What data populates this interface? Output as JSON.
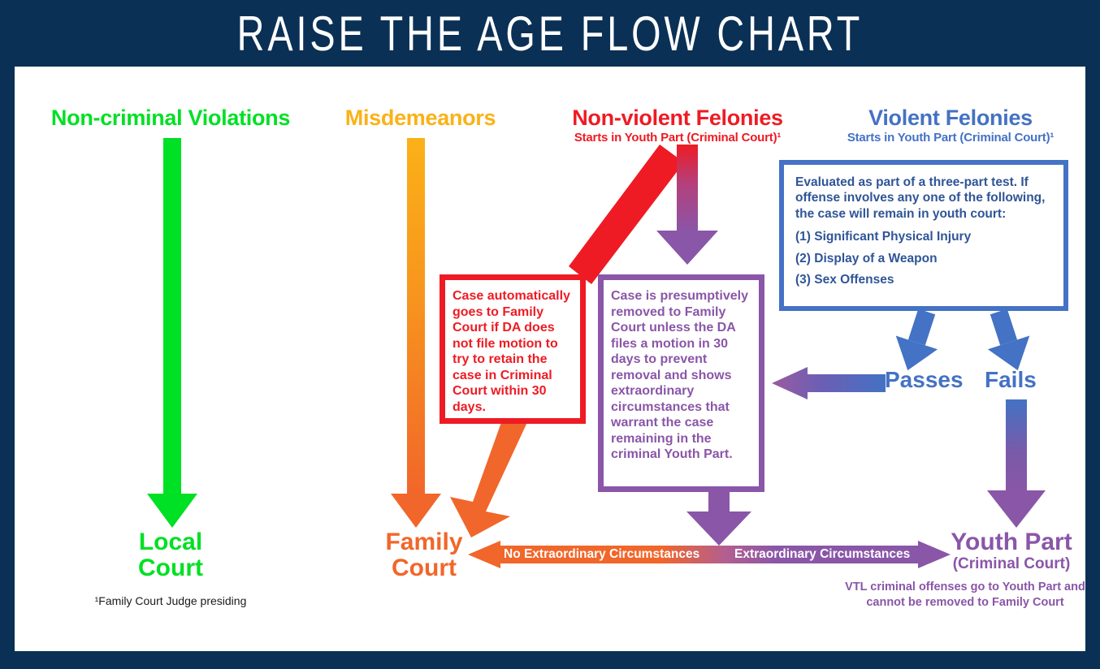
{
  "title": "RAISE THE AGE FLOW CHART",
  "colors": {
    "banner_navy": "#0a3055",
    "green": "#00e024",
    "amber": "#fbb117",
    "orange": "#f1662a",
    "red": "#ee1b24",
    "blue": "#4472c4",
    "blue_text": "#2f5597",
    "purple": "#8a56a8"
  },
  "columns": [
    {
      "id": "non-criminal-violations",
      "heading": "Non-criminal Violations",
      "subheading": ""
    },
    {
      "id": "misdemeanors",
      "heading": "Misdemeanors",
      "subheading": ""
    },
    {
      "id": "non-violent-felonies",
      "heading": "Non-violent Felonies",
      "subheading": "Starts in Youth Part (Criminal Court)¹"
    },
    {
      "id": "violent-felonies",
      "heading": "Violent Felonies",
      "subheading": "Starts in Youth Part (Criminal Court)¹"
    }
  ],
  "boxes": {
    "red": {
      "text": "Case automatically goes to Family Court if DA does not file motion to try to retain the case in Criminal Court within 30 days."
    },
    "purple": {
      "text": "Case is presumptively removed to Family Court unless the DA files a motion in 30 days to prevent removal and shows extraordinary circumstances that warrant the case remaining in the criminal Youth Part."
    },
    "blue": {
      "lead": "Evaluated as part of a three-part test. If offense involves any one of the following, the case will remain in youth court:",
      "items": [
        "(1) Significant Physical Injury",
        "(2) Display of a Weapon",
        "(3) Sex Offenses"
      ]
    }
  },
  "decisions": {
    "passes": "Passes",
    "fails": "Fails"
  },
  "bottom_bar": {
    "left_caption": "No Extraordinary Circumstances",
    "right_caption": "Extraordinary Circumstances"
  },
  "destinations": {
    "local_court": "Local\nCourt",
    "local_court_line1": "Local",
    "local_court_line2": "Court",
    "family_court_line1": "Family",
    "family_court_line2": "Court",
    "youth_part": "Youth Part",
    "youth_part_sub": "(Criminal Court)",
    "youth_part_note": "VTL criminal offenses go to Youth Part and cannot be removed to Family Court"
  },
  "footnote": "¹Family Court Judge presiding"
}
